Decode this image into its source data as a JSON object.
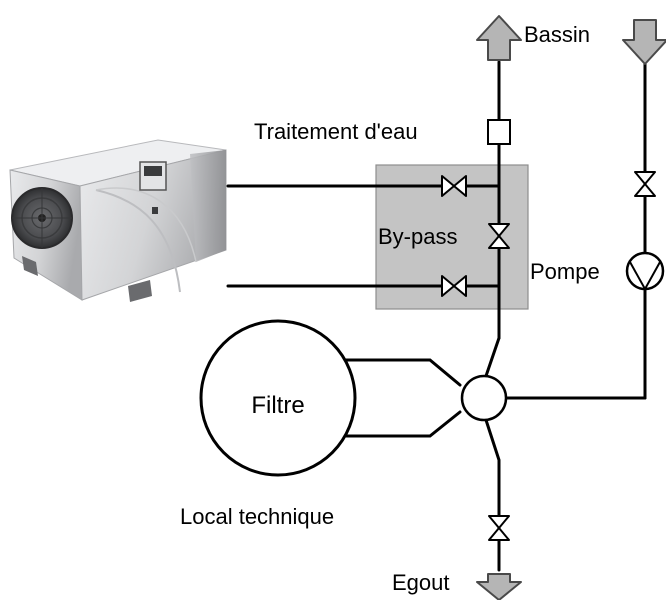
{
  "labels": {
    "bassin": "Bassin",
    "traitement": "Traitement d'eau",
    "bypass": "By-pass",
    "pompe": "Pompe",
    "filtre": "Filtre",
    "local": "Local technique",
    "egout": "Egout"
  },
  "colors": {
    "line": "#000000",
    "arrow_fill": "#b5b5b5",
    "bypass_box": "#c4c4c4",
    "unit_body": "#cfd0d2",
    "fan_dark": "#4a4a4c"
  },
  "icons": [
    "heat-pump-unit-icon",
    "arrow-up-icon",
    "arrow-down-icon",
    "valve-icon",
    "pump-icon",
    "filter-icon",
    "treatment-box-icon",
    "multiport-valve-icon"
  ]
}
